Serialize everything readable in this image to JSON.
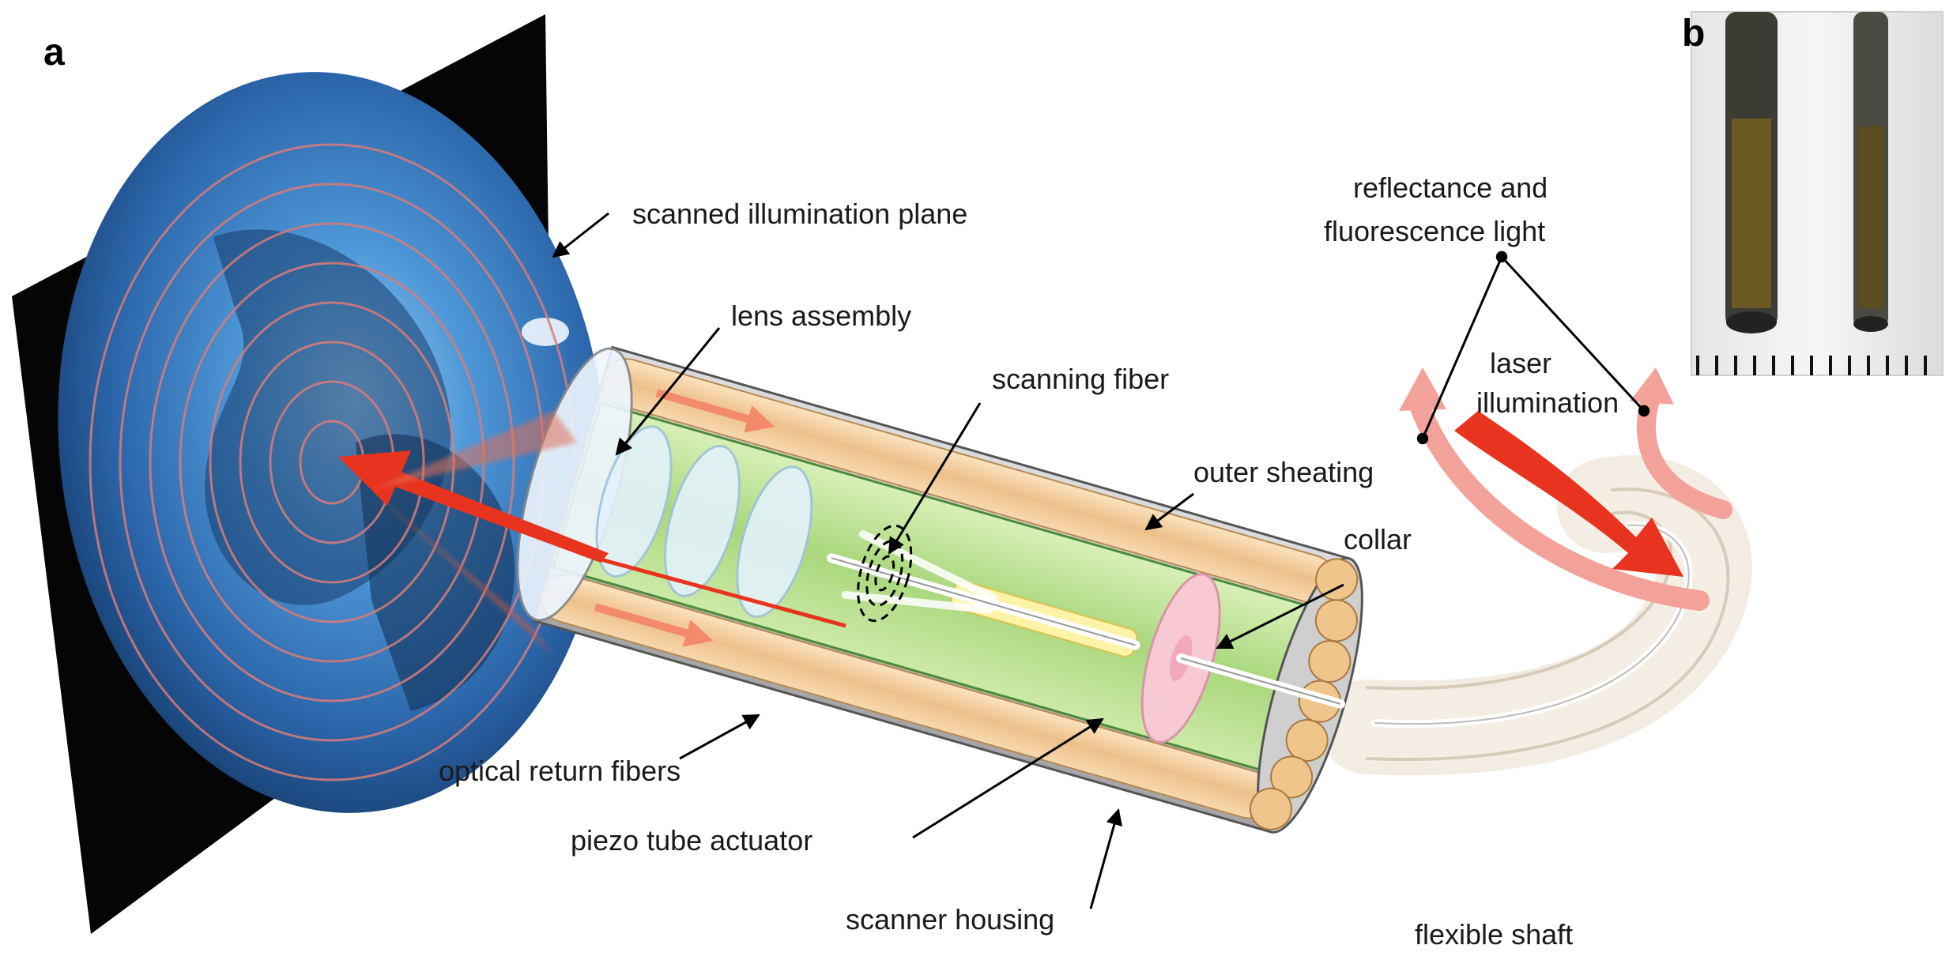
{
  "panels": {
    "a": "a",
    "b": "b"
  },
  "labels": {
    "scanned_illumination_plane": "scanned illumination plane",
    "lens_assembly": "lens assembly",
    "scanning_fiber": "scanning fiber",
    "outer_sheating": "outer sheating",
    "collar": "collar",
    "optical_return_fibers": "optical return fibers",
    "piezo_tube_actuator": "piezo tube actuator",
    "scanner_housing": "scanner housing",
    "flexible_shaft": "flexible shaft",
    "reflectance_line1": "reflectance and",
    "reflectance_line2": "fluorescence light",
    "laser_line1": "laser",
    "laser_line2": "illumination"
  },
  "colors": {
    "laser_red": "#e8331f",
    "return_light_pink": "#f3a29a",
    "fiber_tan": "#f1cfa0",
    "housing_green": "#bfe39b",
    "sheath_gray": "#b9b9b9",
    "plane_blue": "#3f86cf",
    "scan_ring": "#d97c78",
    "collar_pink": "#f7c9d3"
  }
}
